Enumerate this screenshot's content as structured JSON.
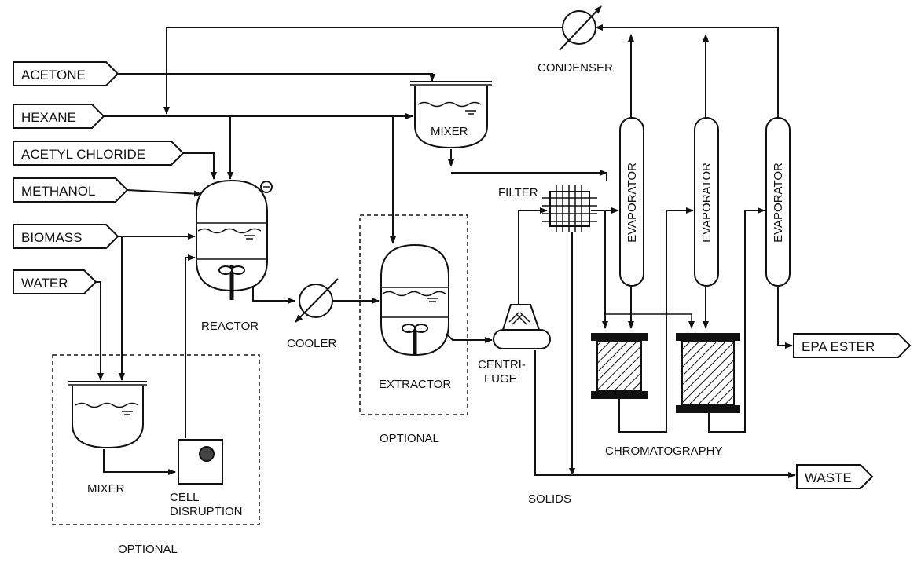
{
  "inputs": {
    "acetone": "ACETONE",
    "hexane": "HEXANE",
    "acetyl_chloride": "ACETYL CHLORIDE",
    "methanol": "METHANOL",
    "biomass": "BIOMASS",
    "water": "WATER"
  },
  "outputs": {
    "epa_ester": "EPA ESTER",
    "waste": "WASTE"
  },
  "units": {
    "condenser": "CONDENSER",
    "mixer_top": "MIXER",
    "reactor": "REACTOR",
    "cooler": "COOLER",
    "extractor": "EXTRACTOR",
    "filter": "FILTER",
    "centrifuge_line1": "CENTRI-",
    "centrifuge_line2": "FUGE",
    "evaporator": "EVAPORATOR",
    "chromatography": "CHROMATOGRAPHY",
    "mixer_bottom": "MIXER",
    "cell_disruption_line1": "CELL",
    "cell_disruption_line2": "DISRUPTION",
    "solids": "SOLIDS"
  },
  "optional_labels": {
    "extractor_group": "OPTIONAL",
    "pretreatment_group": "OPTIONAL"
  }
}
